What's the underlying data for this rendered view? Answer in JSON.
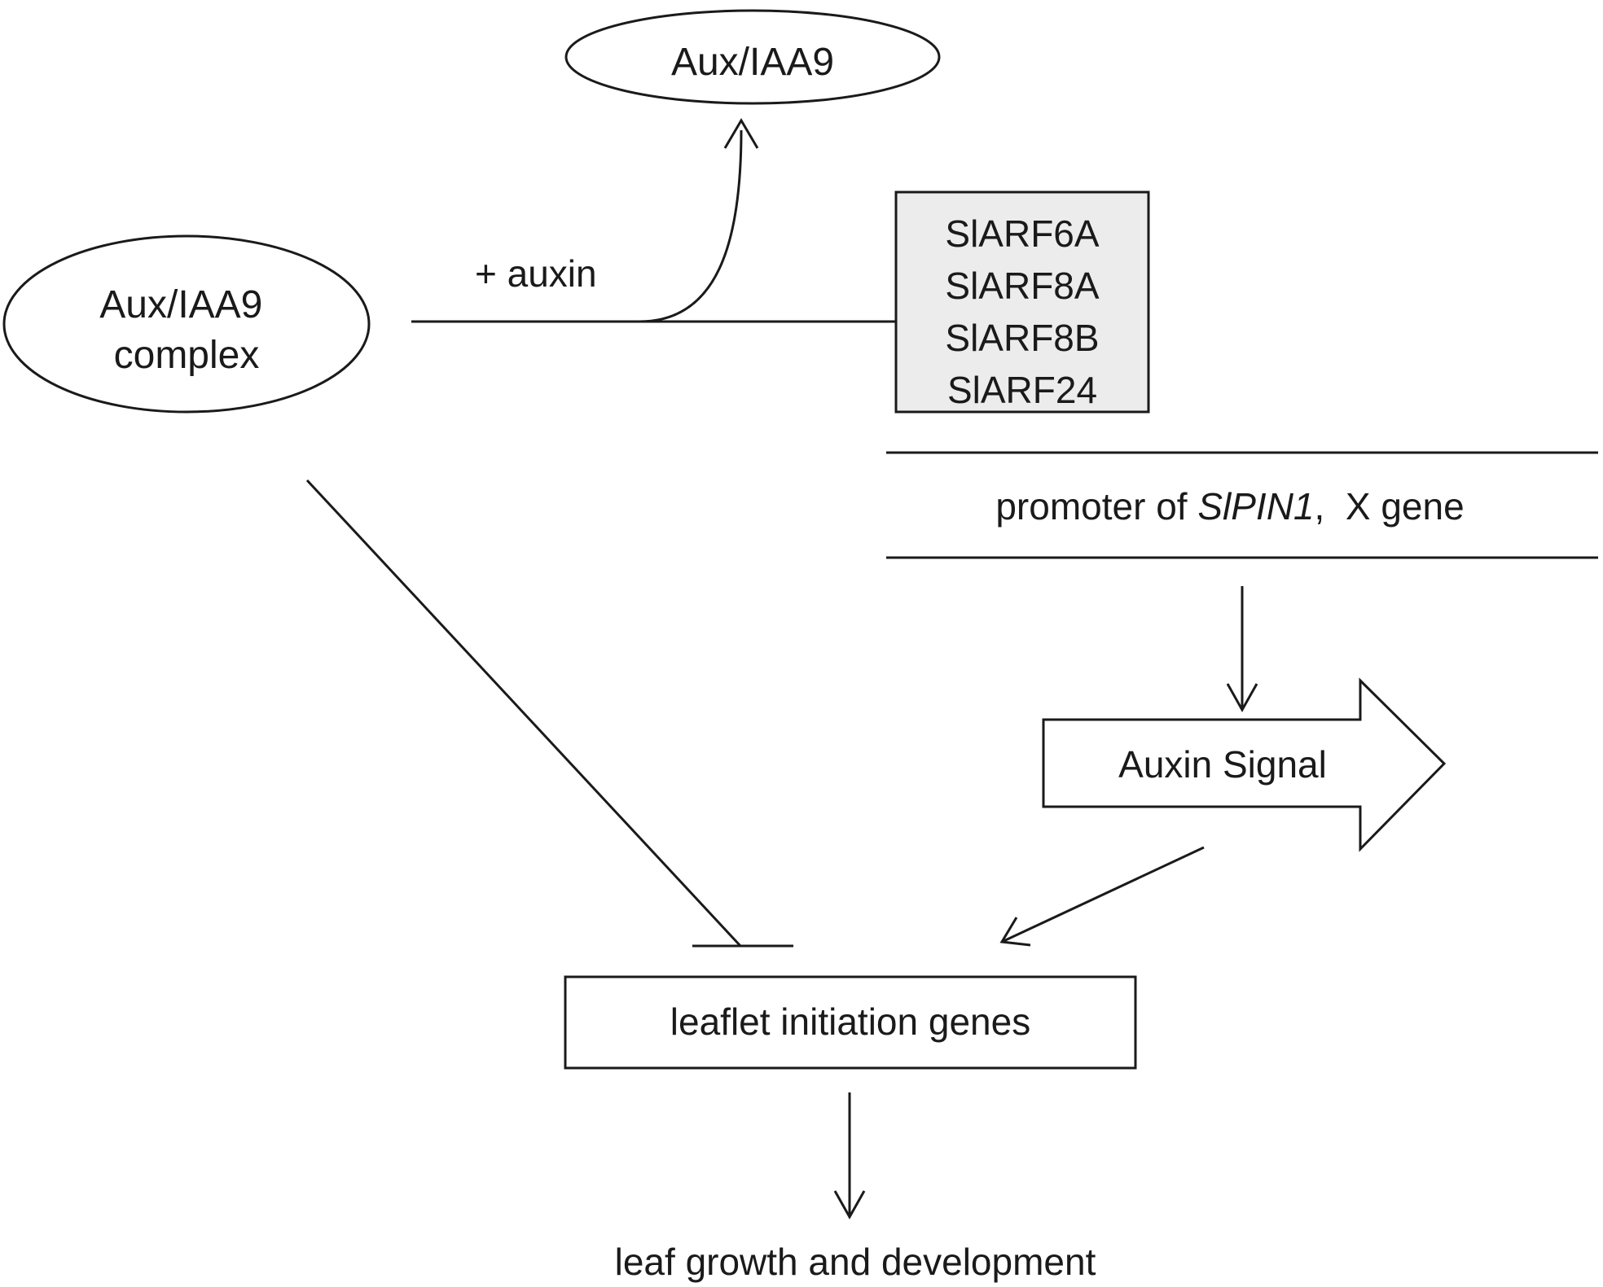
{
  "nodes": {
    "aux_iaa9_free": "Aux/IAA9",
    "aux_iaa9_complex": [
      "Aux/IAA9",
      "complex"
    ],
    "plus_auxin": "+ auxin",
    "arf_genes": [
      "SlARF6A",
      "SlARF8A",
      "SlARF8B",
      "SlARF24"
    ],
    "promoter": {
      "prefix": "promoter of ",
      "gene": "SlPIN1",
      "suffix": ",  X gene"
    },
    "auxin_signal": "Auxin Signal",
    "leaflet_genes": "leaflet initiation genes",
    "leaf_growth": "leaf growth and development"
  },
  "colors": {
    "ink": "#1a1a1a",
    "arf_box_fill": "#ececec",
    "background": "#ffffff"
  }
}
